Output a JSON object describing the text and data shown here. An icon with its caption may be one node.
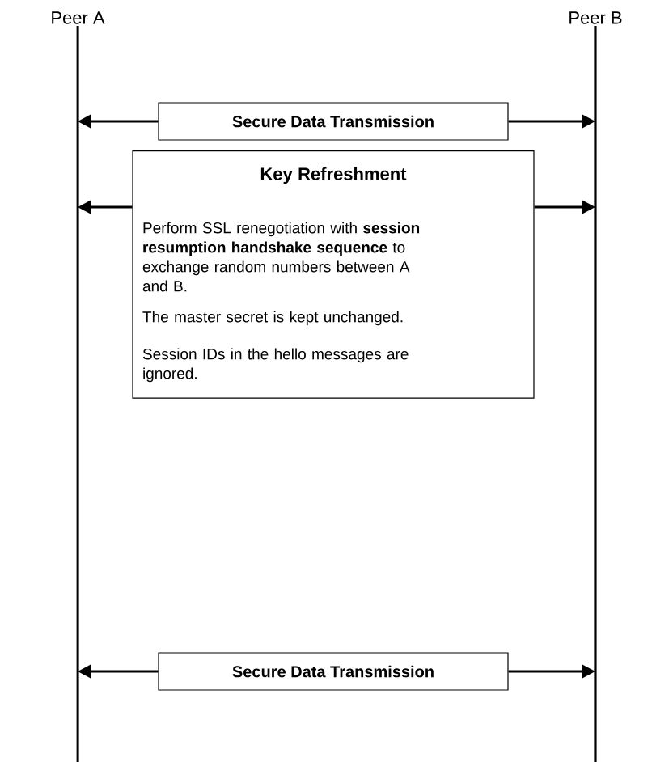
{
  "diagram": {
    "nodes": [
      {
        "text": [
          "Peer A"
        ]
      },
      {
        "text": [
          "Peer B"
        ]
      },
      {
        "text": [
          "Secure Data Transmission"
        ]
      },
      {
        "text": [
          "Key Refreshment",
          "Perform SSL renegotiation with **session resumption handshake sequence** to exchange random numbers between A and B.",
          "The master secret is kept unchanged.",
          "Session IDs in the hello messages are ignored."
        ]
      },
      {
        "text": [
          "Secure Data Transmission"
        ]
      }
    ],
    "edges": [
      {
        "from": 2,
        "to": 0,
        "arrow": "to"
      },
      {
        "from": 2,
        "to": 1,
        "arrow": "to"
      },
      {
        "from": 3,
        "to": 0,
        "arrow": "to"
      },
      {
        "from": 3,
        "to": 1,
        "arrow": "to"
      },
      {
        "from": 4,
        "to": 0,
        "arrow": "to"
      },
      {
        "from": 4,
        "to": 1,
        "arrow": "to"
      }
    ]
  }
}
